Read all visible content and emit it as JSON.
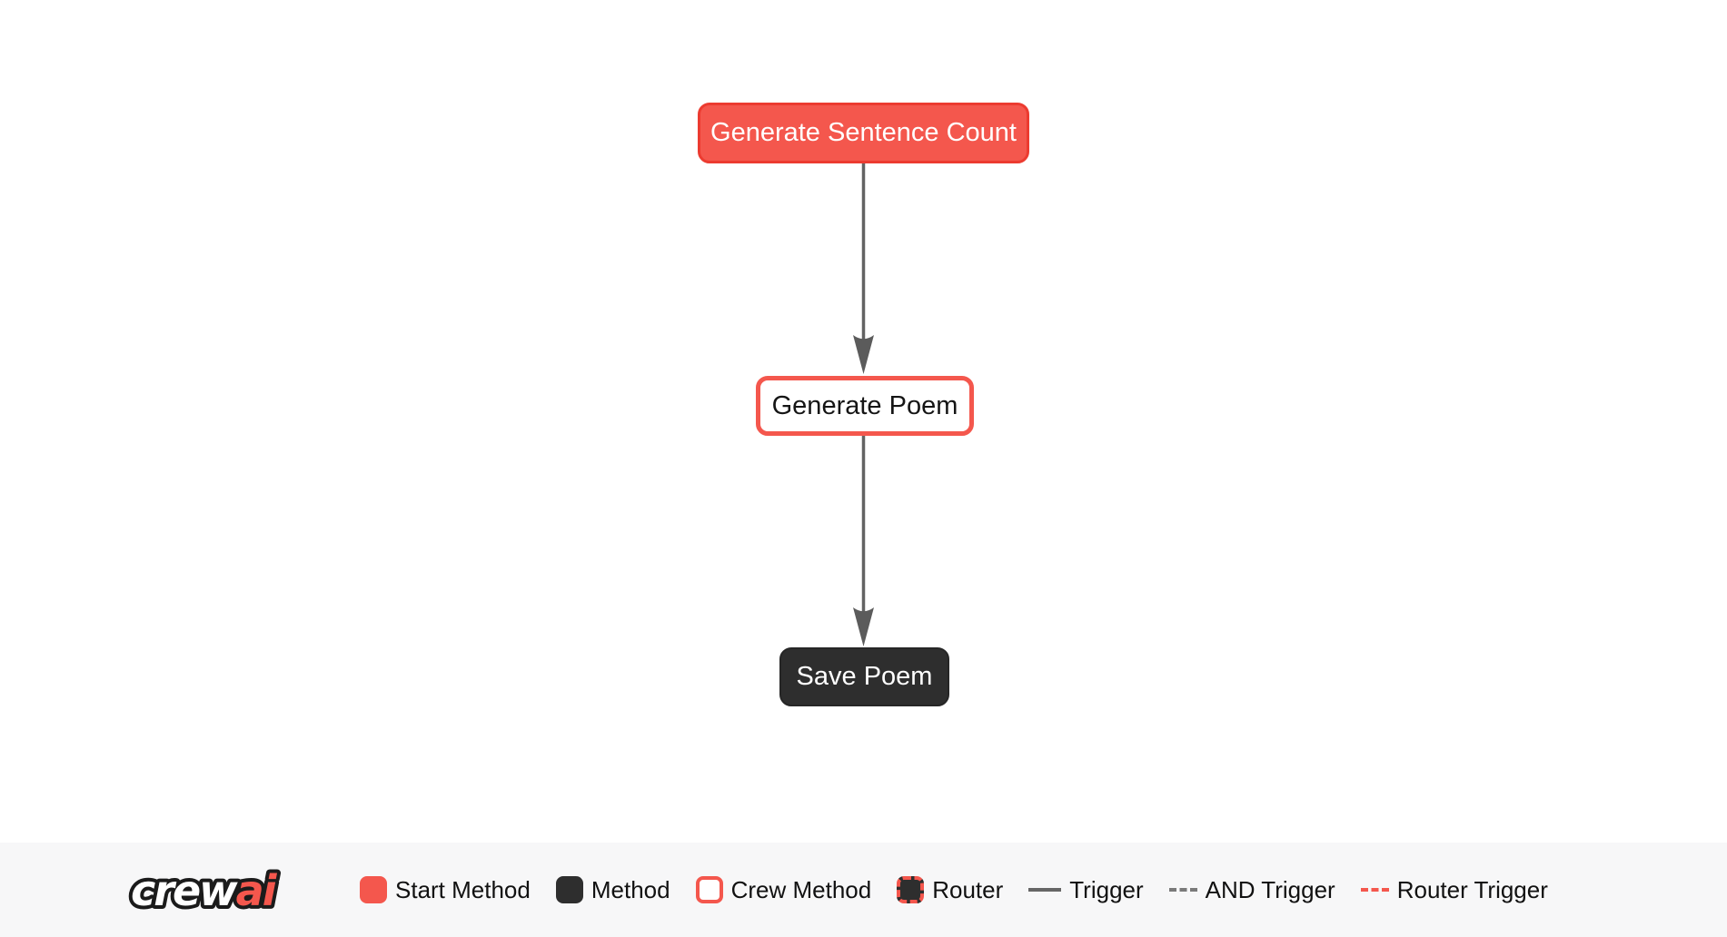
{
  "diagram": {
    "nodes": [
      {
        "id": "generate_sentence_count",
        "label": "Generate Sentence Count",
        "type": "start-method"
      },
      {
        "id": "generate_poem",
        "label": "Generate Poem",
        "type": "crew-method"
      },
      {
        "id": "save_poem",
        "label": "Save Poem",
        "type": "method"
      }
    ],
    "edges": [
      {
        "from": "generate_sentence_count",
        "to": "generate_poem",
        "type": "trigger"
      },
      {
        "from": "generate_poem",
        "to": "save_poem",
        "type": "trigger"
      }
    ]
  },
  "legend": {
    "logo": {
      "crew": "crew",
      "ai": "ai"
    },
    "items": [
      {
        "label": "Start Method",
        "swatch": "start-method-square"
      },
      {
        "label": "Method",
        "swatch": "method-square"
      },
      {
        "label": "Crew Method",
        "swatch": "crew-method-square"
      },
      {
        "label": "Router",
        "swatch": "router-square"
      },
      {
        "label": "Trigger",
        "swatch": "trigger-solid-line"
      },
      {
        "label": "AND Trigger",
        "swatch": "and-trigger-dashed-line"
      },
      {
        "label": "Router Trigger",
        "swatch": "router-trigger-dashed-line"
      }
    ]
  },
  "colors": {
    "accent_coral": "#F4574D",
    "coral_border": "#EC3B30",
    "dark_node": "#2E2E2E",
    "edge_gray": "#636363",
    "legend_background": "#F7F7F8",
    "canvas_background": "#FFFFFF",
    "text_dark": "#111111",
    "text_light": "#FFFFFF"
  }
}
